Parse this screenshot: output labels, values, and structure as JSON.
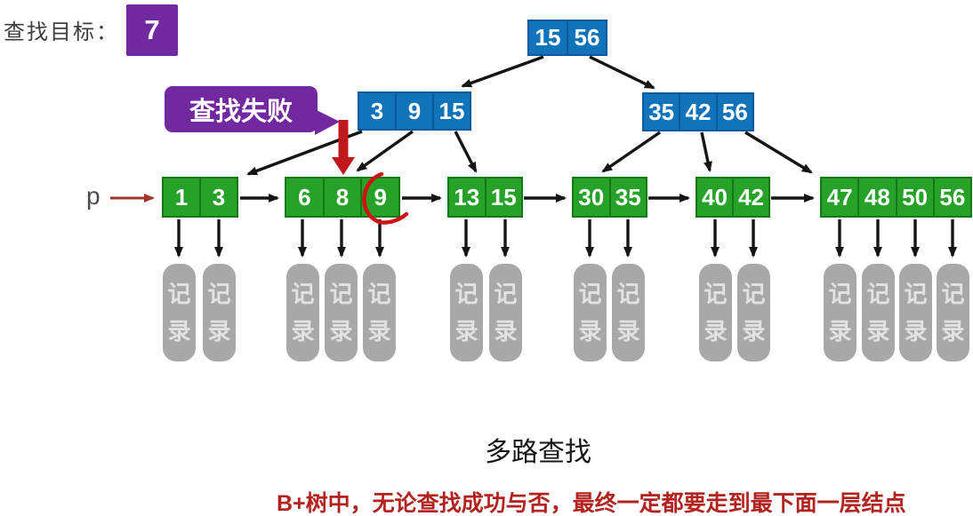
{
  "labels": {
    "search_target": "查找目标：",
    "target_value": "7",
    "search_fail_callout": "查找失败",
    "pointer": "p",
    "caption": "多路查找",
    "note": "B+树中，无论查找成功与否，最终一定都要走到最下面一层结点",
    "record": "记录"
  },
  "colors": {
    "node-blue": "#1173b9",
    "node-blue-border": "#0a5a9b",
    "node-green": "#27a229",
    "node-green-border": "#147817",
    "purple": "#7229a0",
    "record-gray": "#a8a8a8",
    "record-text": "#e2e2e2",
    "arrow-red": "#c0181c",
    "paren-red": "#cf1315",
    "pointer-red": "#a2342b",
    "note-red": "#b2231f"
  },
  "tree": {
    "root": {
      "keys": [
        "15",
        "56"
      ]
    },
    "internal_left": {
      "keys": [
        "3",
        "9",
        "15"
      ]
    },
    "internal_right": {
      "keys": [
        "35",
        "42",
        "56"
      ]
    },
    "leaves": [
      {
        "keys": [
          "1",
          "3"
        ]
      },
      {
        "keys": [
          "6",
          "8",
          "9"
        ]
      },
      {
        "keys": [
          "13",
          "15"
        ]
      },
      {
        "keys": [
          "30",
          "35"
        ]
      },
      {
        "keys": [
          "40",
          "42"
        ]
      },
      {
        "keys": [
          "47",
          "48",
          "50",
          "56"
        ]
      }
    ]
  }
}
